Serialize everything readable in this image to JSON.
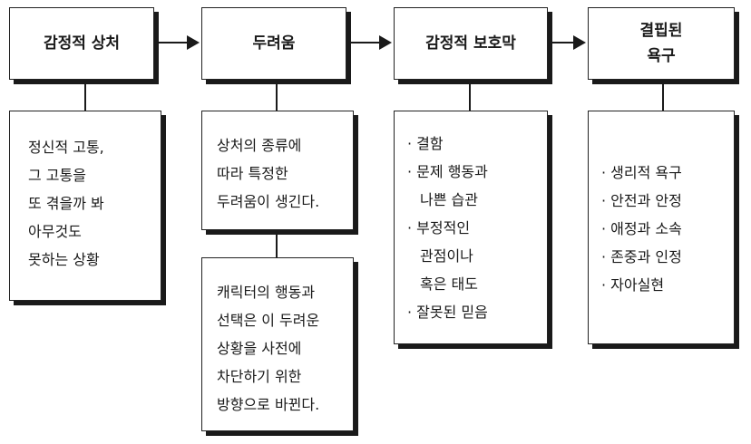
{
  "diagram": {
    "headers": [
      "감정적 상처",
      "두려움",
      "감정적 보호막",
      "결핍된 욕구"
    ],
    "header4_lines": [
      "결핍된",
      "욕구"
    ],
    "desc1_lines": [
      "정신적 고통,",
      "그 고통을",
      "또 겪을까 봐",
      "아무것도",
      "못하는 상황"
    ],
    "desc2a_lines": [
      "상처의 종류에",
      "따라 특정한",
      "두려움이 생긴다."
    ],
    "desc2b_lines": [
      "캐릭터의 행동과",
      "선택은 이 두려운",
      "상황을 사전에",
      "차단하기 위한",
      "방향으로 바뀐다."
    ],
    "desc3_lines": [
      "결함",
      "문제 행동과",
      "나쁜 습관",
      "부정적인",
      "관점이나",
      "혹은 태도",
      "잘못된 믿음"
    ],
    "desc4_lines": [
      "생리적 욕구",
      "안전과 안정",
      "애정과 소속",
      "존중과 인정",
      "자아실현"
    ]
  }
}
